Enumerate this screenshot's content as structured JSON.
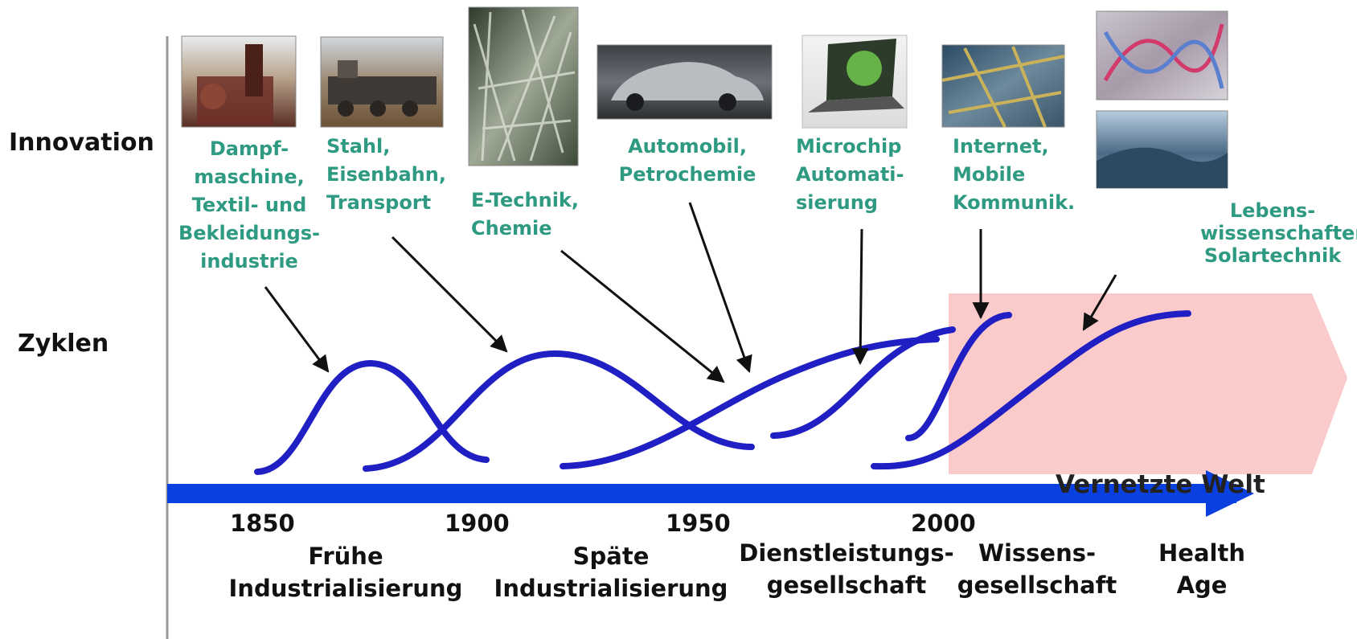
{
  "rows": {
    "innovation": "Innovation",
    "zyklen": "Zyklen"
  },
  "innovations": [
    {
      "id": "dampf",
      "lines": [
        "Dampf-",
        "maschine,",
        "Textil- und",
        "Bekleidungs-",
        "industrie"
      ]
    },
    {
      "id": "stahl",
      "lines": [
        "Stahl,",
        "Eisenbahn,",
        "Transport"
      ]
    },
    {
      "id": "etech",
      "lines": [
        "E-Technik,",
        "Chemie"
      ]
    },
    {
      "id": "auto",
      "lines": [
        "Automobil,",
        "Petrochemie"
      ]
    },
    {
      "id": "chip",
      "lines": [
        "Microchip",
        "Automati-",
        "sierung"
      ]
    },
    {
      "id": "internet",
      "lines": [
        "Internet,",
        "Mobile",
        "Kommunik."
      ]
    },
    {
      "id": "leben",
      "lines": [
        "Lebens-",
        "wissenschaften",
        "Solartechnik"
      ]
    }
  ],
  "years": [
    "1850",
    "1900",
    "1950",
    "2000"
  ],
  "eras": [
    {
      "id": "fruehe",
      "lines": [
        "Frühe",
        "Industrialisierung"
      ]
    },
    {
      "id": "spaete",
      "lines": [
        "Späte",
        "Industrialisierung"
      ]
    },
    {
      "id": "dienst",
      "lines": [
        "Dienstleistungs-",
        "gesellschaft"
      ]
    },
    {
      "id": "wissen",
      "lines": [
        "Wissens-",
        "gesellschaft"
      ]
    },
    {
      "id": "health",
      "lines": [
        "Health",
        "Age"
      ]
    }
  ],
  "networked_world": "Vernetzte Welt",
  "colors": {
    "curve": "#1f1fc4",
    "axis": "#0a3fe0",
    "innovation_text": "#2f9a82",
    "pink_region": "#fbcaca",
    "labels": "#111111"
  },
  "photos": [
    "steam-machine-photo",
    "locomotive-photo",
    "textile-fiber-photo",
    "car-photo",
    "laptop-photo",
    "circuit-board-photo",
    "dna-photo",
    "solar-landscape-photo"
  ]
}
